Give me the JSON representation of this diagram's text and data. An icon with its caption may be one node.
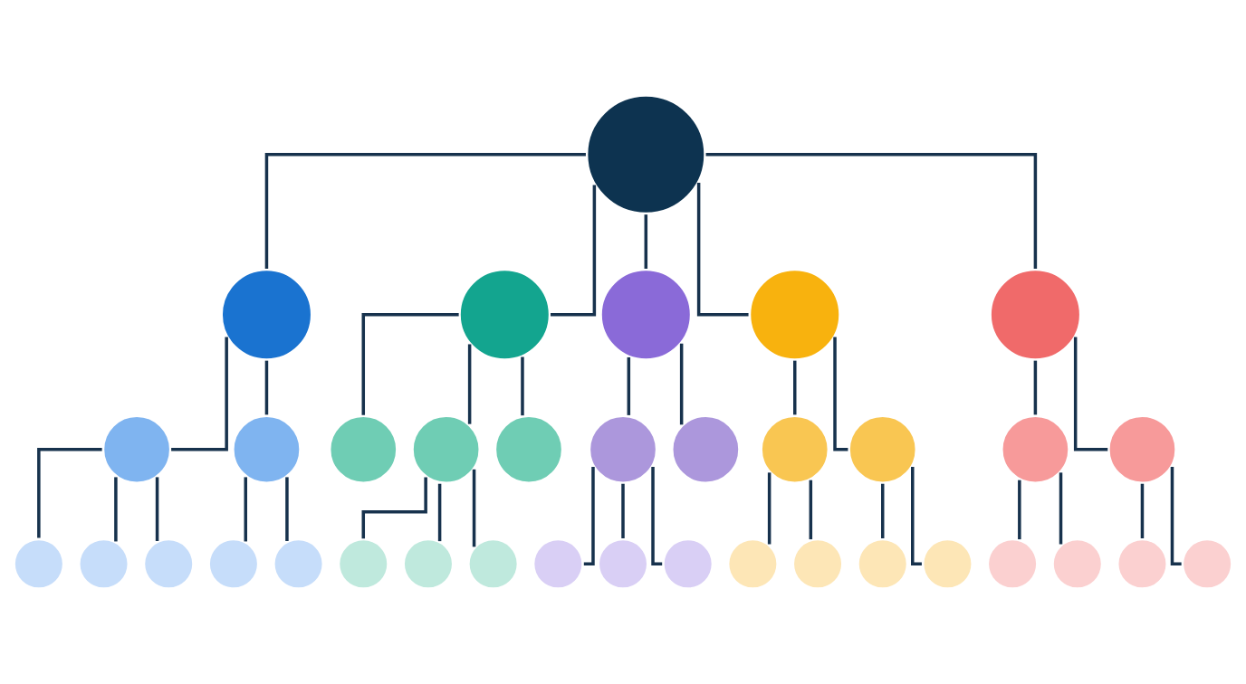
{
  "diagram": {
    "nodes": [
      {
        "text": [],
        "shape": "circle"
      },
      {
        "text": [],
        "shape": "circle"
      },
      {
        "text": [],
        "shape": "circle"
      },
      {
        "text": [],
        "shape": "circle"
      },
      {
        "text": [],
        "shape": "circle"
      },
      {
        "text": [],
        "shape": "circle"
      },
      {
        "text": [],
        "shape": "circle"
      },
      {
        "text": [],
        "shape": "circle"
      },
      {
        "text": [],
        "shape": "circle"
      },
      {
        "text": [],
        "shape": "circle"
      },
      {
        "text": [],
        "shape": "circle"
      },
      {
        "text": [],
        "shape": "circle"
      },
      {
        "text": [],
        "shape": "circle"
      },
      {
        "text": [],
        "shape": "circle"
      },
      {
        "text": [],
        "shape": "circle"
      },
      {
        "text": [],
        "shape": "circle"
      },
      {
        "text": [],
        "shape": "circle"
      },
      {
        "text": [],
        "shape": "circle"
      },
      {
        "text": [],
        "shape": "circle"
      },
      {
        "text": [],
        "shape": "circle"
      },
      {
        "text": [],
        "shape": "circle"
      },
      {
        "text": [],
        "shape": "circle"
      },
      {
        "text": [],
        "shape": "circle"
      },
      {
        "text": [],
        "shape": "circle"
      },
      {
        "text": [],
        "shape": "circle"
      },
      {
        "text": [],
        "shape": "circle"
      },
      {
        "text": [],
        "shape": "circle"
      },
      {
        "text": [],
        "shape": "circle"
      },
      {
        "text": [],
        "shape": "circle"
      },
      {
        "text": [],
        "shape": "circle"
      },
      {
        "text": [],
        "shape": "circle"
      },
      {
        "text": [],
        "shape": "circle"
      },
      {
        "text": [],
        "shape": "circle"
      },
      {
        "text": [],
        "shape": "circle"
      },
      {
        "text": [],
        "shape": "circle"
      },
      {
        "text": [],
        "shape": "circle"
      }
    ],
    "edges": [
      {
        "from": 0,
        "to": 1,
        "arrow": "none"
      },
      {
        "from": 0,
        "to": 2,
        "arrow": "none"
      },
      {
        "from": 0,
        "to": 3,
        "arrow": "none"
      },
      {
        "from": 0,
        "to": 4,
        "arrow": "none"
      },
      {
        "from": 0,
        "to": 5,
        "arrow": "none"
      },
      {
        "from": 1,
        "to": 6,
        "arrow": "none"
      },
      {
        "from": 1,
        "to": 7,
        "arrow": "none"
      },
      {
        "from": 2,
        "to": 8,
        "arrow": "none"
      },
      {
        "from": 2,
        "to": 9,
        "arrow": "none"
      },
      {
        "from": 2,
        "to": 10,
        "arrow": "none"
      },
      {
        "from": 3,
        "to": 11,
        "arrow": "none"
      },
      {
        "from": 3,
        "to": 12,
        "arrow": "none"
      },
      {
        "from": 4,
        "to": 13,
        "arrow": "none"
      },
      {
        "from": 4,
        "to": 14,
        "arrow": "none"
      },
      {
        "from": 5,
        "to": 15,
        "arrow": "none"
      },
      {
        "from": 5,
        "to": 16,
        "arrow": "none"
      },
      {
        "from": 6,
        "to": 17,
        "arrow": "none"
      },
      {
        "from": 6,
        "to": 18,
        "arrow": "none"
      },
      {
        "from": 6,
        "to": 19,
        "arrow": "none"
      },
      {
        "from": 7,
        "to": 20,
        "arrow": "none"
      },
      {
        "from": 7,
        "to": 21,
        "arrow": "none"
      },
      {
        "from": 9,
        "to": 22,
        "arrow": "none"
      },
      {
        "from": 9,
        "to": 23,
        "arrow": "none"
      },
      {
        "from": 9,
        "to": 24,
        "arrow": "none"
      },
      {
        "from": 11,
        "to": 25,
        "arrow": "none"
      },
      {
        "from": 11,
        "to": 26,
        "arrow": "none"
      },
      {
        "from": 11,
        "to": 27,
        "arrow": "none"
      },
      {
        "from": 13,
        "to": 28,
        "arrow": "none"
      },
      {
        "from": 13,
        "to": 29,
        "arrow": "none"
      },
      {
        "from": 14,
        "to": 30,
        "arrow": "none"
      },
      {
        "from": 14,
        "to": 31,
        "arrow": "none"
      },
      {
        "from": 15,
        "to": 32,
        "arrow": "none"
      },
      {
        "from": 15,
        "to": 33,
        "arrow": "none"
      },
      {
        "from": 16,
        "to": 34,
        "arrow": "none"
      },
      {
        "from": 16,
        "to": 35,
        "arrow": "none"
      }
    ]
  }
}
